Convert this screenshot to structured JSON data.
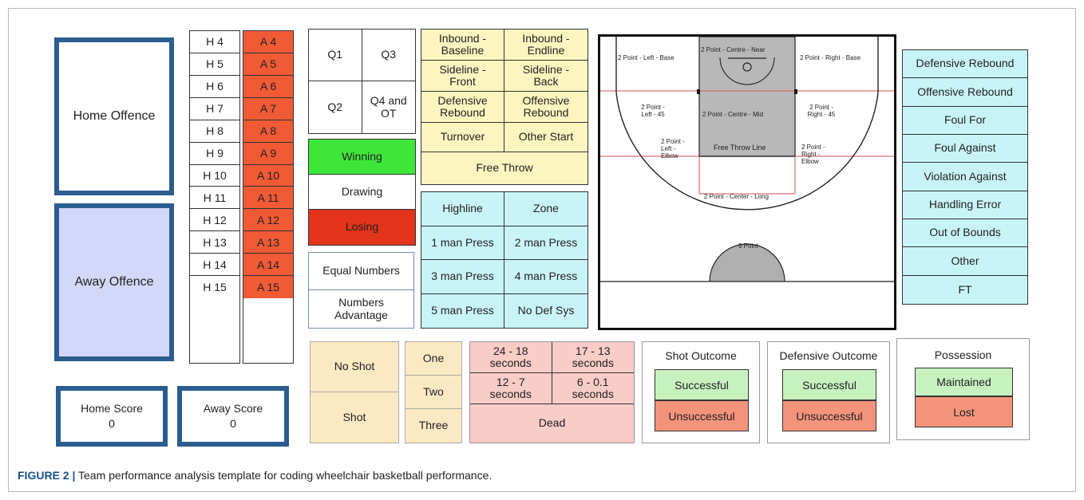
{
  "offence": {
    "home": "Home Offence",
    "away": "Away Offence"
  },
  "scores": {
    "home": {
      "label": "Home Score",
      "value": "0"
    },
    "away": {
      "label": "Away Score",
      "value": "0"
    }
  },
  "players": {
    "home": [
      "H 4",
      "H 5",
      "H 6",
      "H 7",
      "H 8",
      "H 9",
      "H 10",
      "H 11",
      "H 12",
      "H 13",
      "H 14",
      "H 15"
    ],
    "away": [
      "A 4",
      "A 5",
      "A 6",
      "A 7",
      "A 8",
      "A 9",
      "A 10",
      "A 11",
      "A 12",
      "A 13",
      "A 14",
      "A 15"
    ]
  },
  "quarters": [
    "Q1",
    "Q3",
    "Q2",
    "Q4 and OT"
  ],
  "game_state": [
    "Winning",
    "Drawing",
    "Losing"
  ],
  "numbers": [
    "Equal Numbers",
    "Numbers Advantage"
  ],
  "starts": [
    "Inbound - Baseline",
    "Inbound - Endline",
    "Sideline - Front",
    "Sideline - Back",
    "Defensive Rebound",
    "Offensive Rebound",
    "Turnover",
    "Other Start",
    "Free Throw"
  ],
  "defence": [
    "Highline",
    "Zone",
    "1 man Press",
    "2 man Press",
    "3 man Press",
    "4 man Press",
    "5 man Press",
    "No Def Sys"
  ],
  "court_zones": {
    "left_base": "2 Point - Left - Base",
    "centre_near": "2 Point - Centre - Near",
    "right_base": "2 Point - Right - Base",
    "left_45": "2 Point - Left - 45",
    "centre_mid": "2 Point - Centre - Mid",
    "right_45": "2 Point - Right - 45",
    "left_elbow": "2 Point - Left - Elbow",
    "free_throw_line": "Free Throw Line",
    "right_elbow": "2 Point - Right - Elbow",
    "centre_long": "2 Point - Center - Long",
    "three_point": "3 Point"
  },
  "endings": [
    "Defensive Rebound",
    "Offensive Rebound",
    "Foul For",
    "Foul Against",
    "Violation Against",
    "Handling Error",
    "Out of Bounds",
    "Other",
    "FT"
  ],
  "shot": [
    "No Shot",
    "Shot"
  ],
  "shot_value": [
    "One",
    "Two",
    "Three"
  ],
  "shot_clock": [
    "24 - 18 seconds",
    "17 - 13 seconds",
    "12 - 7 seconds",
    "6 - 0.1 seconds",
    "Dead"
  ],
  "shot_outcome": {
    "title": "Shot Outcome",
    "yes": "Successful",
    "no": "Unsuccessful"
  },
  "defensive_outcome": {
    "title": "Defensive Outcome",
    "yes": "Successful",
    "no": "Unsuccessful"
  },
  "possession": {
    "title": "Possession",
    "yes": "Maintained",
    "no": "Lost"
  },
  "caption": {
    "label": "FIGURE 2 |",
    "text": " Team performance analysis template for coding wheelchair basketball performance."
  },
  "colors": {
    "frame_blue": "#2b5d8e",
    "away_orange": "#f05a35",
    "winning_green": "#3ee63a",
    "losing_red": "#e2341b",
    "start_yellow": "#fdf5c0",
    "defence_cyan": "#c9f4f7"
  }
}
